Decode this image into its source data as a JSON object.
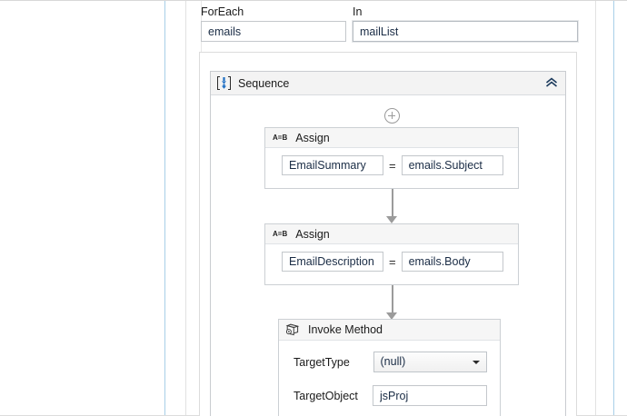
{
  "app": {
    "kind": "workflow-designer",
    "colors": {
      "accent_blue": "#2f7fd1",
      "guide_blue": "#a8cfe8",
      "header_gray": "#f3f3f3",
      "border_gray": "#c9ccd0",
      "connector_gray": "#9b9b9b",
      "text": "#1a1a1a",
      "field_text": "#1a2c45"
    }
  },
  "foreach": {
    "label": "ForEach",
    "value": "emails",
    "placeholder": "",
    "in_label": "In",
    "in_value": "mailList",
    "in_placeholder": ""
  },
  "sequence": {
    "title": "Sequence",
    "icon": "sequence-bracket-icon",
    "collapse_icon": "chevron-double-up-icon",
    "add_icon": "plus-circle-icon"
  },
  "activities": [
    {
      "type": "assign",
      "icon": "a-equals-b-icon",
      "icon_text": "A=B",
      "title": "Assign",
      "to": "EmailSummary",
      "operator": "=",
      "value": "emails.Subject"
    },
    {
      "type": "assign",
      "icon": "a-equals-b-icon",
      "icon_text": "A=B",
      "title": "Assign",
      "to": "EmailDescription",
      "operator": "=",
      "value": "emails.Body"
    },
    {
      "type": "invoke-method",
      "icon": "cube-method-icon",
      "title": "Invoke Method",
      "properties": [
        {
          "label": "TargetType",
          "control": "combobox",
          "value": "(null)",
          "caret": "caret-down-icon"
        },
        {
          "label": "TargetObject",
          "control": "textbox",
          "value": "jsProj"
        }
      ]
    }
  ]
}
